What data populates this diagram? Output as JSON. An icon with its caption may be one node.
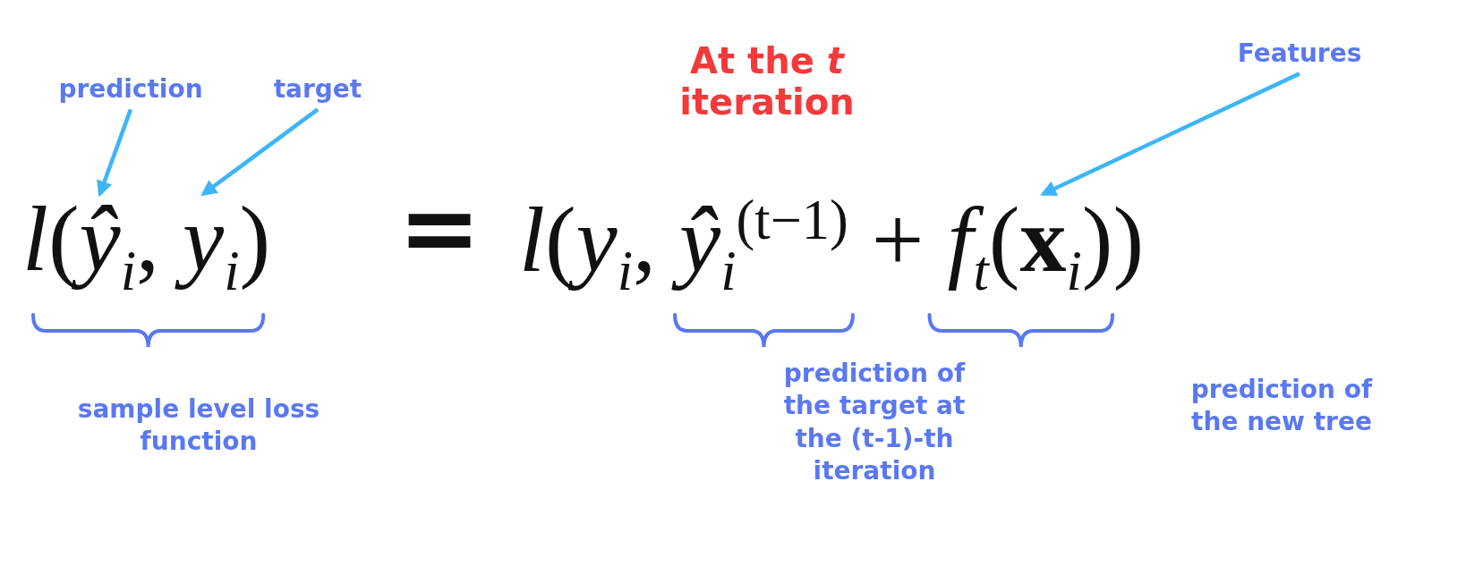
{
  "diagram": {
    "title": "At the *t* iteration",
    "nodes": [
      {
        "text": [
          "prediction"
        ]
      },
      {
        "text": [
          "target"
        ]
      },
      {
        "text": [
          "Features"
        ]
      },
      {
        "text": [
          "*l*(*ŷ*$_{i}$, *y*$_{i}$)"
        ]
      },
      {
        "text": [
          "*l*(*y*$_{i}$, *ŷ*$_{i}$$^{(t−1)}$ + *f*$_{t}$(**x**$_{i}$))"
        ]
      }
    ],
    "edges": [
      {
        "from": 0,
        "to": 3,
        "arrow": "to"
      },
      {
        "from": 1,
        "to": 3,
        "arrow": "to"
      },
      {
        "from": 2,
        "to": 4,
        "arrow": "to"
      }
    ],
    "labels": [
      "=",
      "sample level loss function",
      "prediction of the target at the (t-1)-th iteration",
      "prediction of the new tree"
    ]
  }
}
